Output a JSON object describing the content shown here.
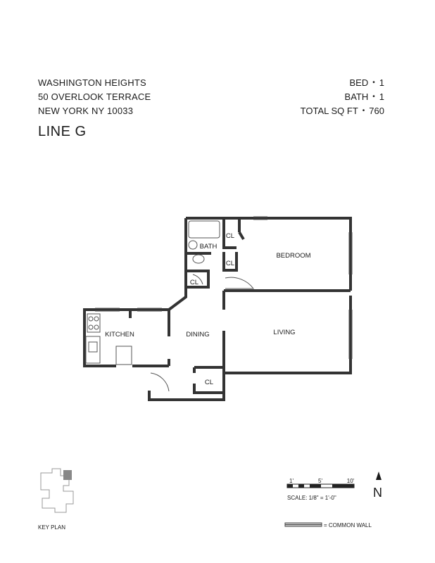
{
  "address": {
    "neighborhood": "WASHINGTON HEIGHTS",
    "street": "50 OVERLOOK TERRACE",
    "city": "NEW YORK NY 10033"
  },
  "stats": [
    {
      "label": "BED",
      "value": "1"
    },
    {
      "label": "BATH",
      "value": "1"
    },
    {
      "label": "TOTAL SQ FT",
      "value": "760"
    }
  ],
  "bullet": "•",
  "line_label": "LINE G",
  "rooms": {
    "bath": "BATH",
    "bedroom": "BEDROOM",
    "kitchen": "KITCHEN",
    "dining": "DINING",
    "living": "LIVING",
    "closet": "CL"
  },
  "key_plan_label": "KEY PLAN",
  "scale": {
    "ticks": [
      "1'",
      "5'",
      "10'"
    ],
    "text": "SCALE: 1/8\" = 1'-0\""
  },
  "north": "N",
  "legend": {
    "common_wall": "= COMMON WALL"
  }
}
